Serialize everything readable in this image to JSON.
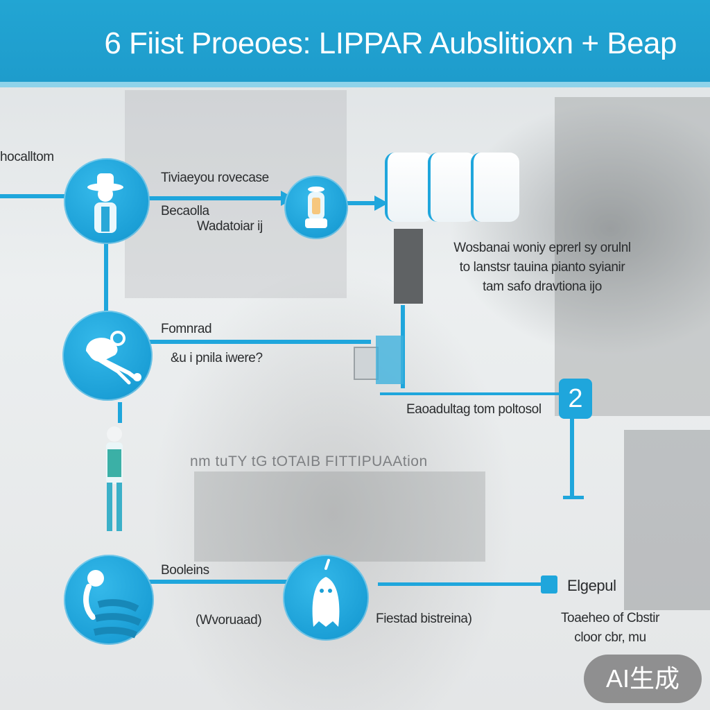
{
  "header": {
    "title": "6 Fiist Proeoes: LIPPAR Aubslitioxn + Beap"
  },
  "nodes": {
    "entry_label": "hocalltom",
    "node1": {
      "title": "Tiviaeyou rovecase",
      "line1": "Becaolla",
      "line2": "Wadatoiar ij",
      "icon": "person-hat-icon"
    },
    "node2": {
      "icon": "person-bottle-icon"
    },
    "node3": {
      "title": "Fomnrad",
      "line1": "&u i pnila iwere?",
      "icon": "hand-hook-icon"
    },
    "node4": {
      "title": "Booleins",
      "line1": "(Wvoruaad)",
      "icon": "person-wave-icon"
    },
    "node5": {
      "line1": "Fiestad bistreina)",
      "icon": "ghost-figure-icon"
    },
    "product_stack": {
      "icon": "rolls-stack-icon"
    }
  },
  "blocks": {
    "right_text": [
      "Wosbanai woniy  eprerl sy orulnl",
      "to lanstsr tauina pianto syianir",
      "tam safo dravtiona ijo"
    ],
    "mid_label": "Eaoadultag tom poltosol",
    "badge_value": "2",
    "faint_text": "nm tuTY tG tOTAIB FITTIPUAAtion",
    "end_label": "Elgepul",
    "end_text": [
      "Toaeheo of Cbstir",
      "cloor cbr, mu"
    ]
  },
  "watermark": "AI生成",
  "colors": {
    "accent": "#1fa6dc",
    "header": "#1e9ccc",
    "text": "#2a2c2e"
  }
}
